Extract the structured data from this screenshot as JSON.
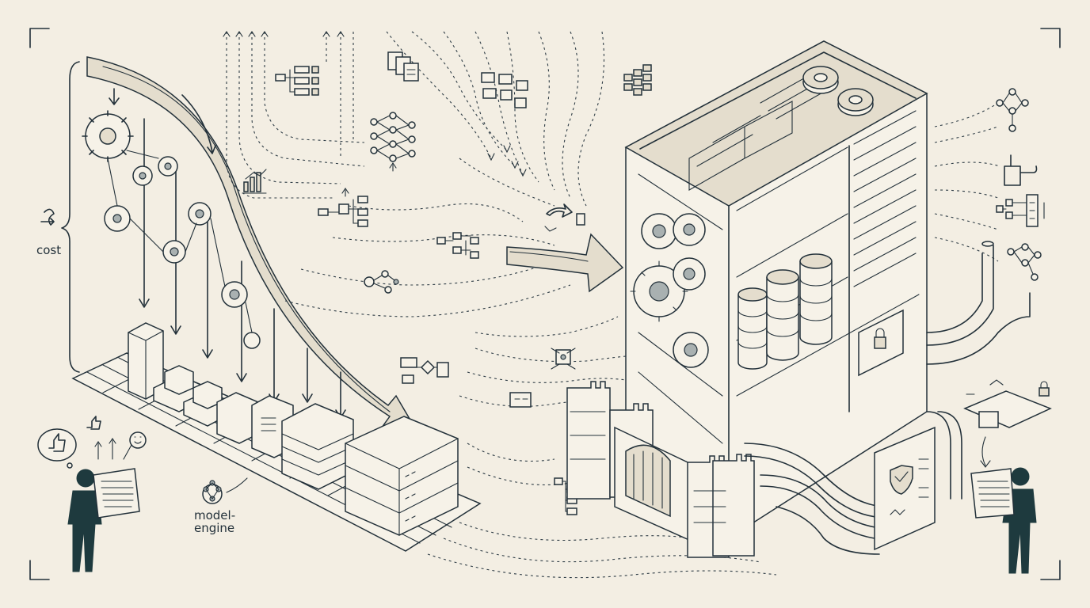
{
  "labels": {
    "cost": "cost",
    "model_engine_line1": "model-",
    "model_engine_line2": "engine"
  },
  "icons": [
    "frame-corner-icon",
    "gear-icon",
    "pulley-icon",
    "bar-chart-icon",
    "neural-network-icon",
    "flowchart-icon",
    "document-icon",
    "database-icon",
    "lock-icon",
    "shield-icon",
    "thumbs-up-icon",
    "smiley-icon",
    "castle-icon",
    "person-reading-icon"
  ],
  "colors": {
    "paper": "#f3eee3",
    "ink": "#23313a",
    "figure": "#1e3a3e",
    "shade": "#e4ddcd"
  }
}
